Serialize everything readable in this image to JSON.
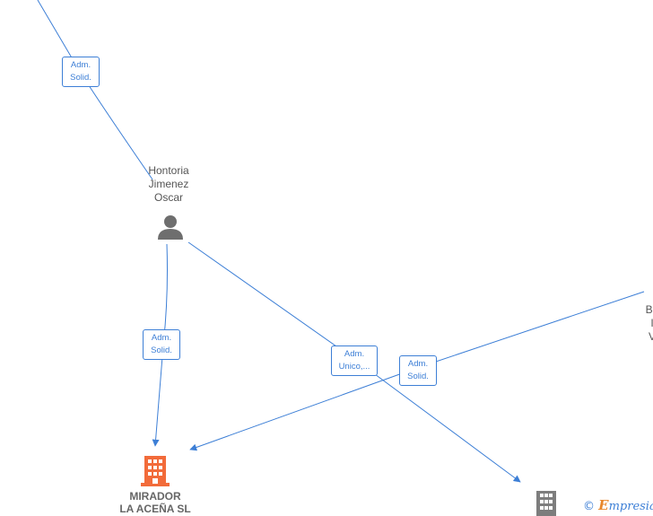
{
  "people": {
    "hontoria": {
      "lines": [
        "Hontoria",
        "Jimenez",
        "Oscar"
      ]
    },
    "right_partial": {
      "lines": [
        "Ba",
        "I",
        "V"
      ]
    }
  },
  "companies": {
    "mirador": {
      "lines": [
        "MIRADOR",
        "LA ACEÑA  SL"
      ],
      "color": "#f26b3a"
    },
    "other": {
      "color": "#7d7d7d"
    }
  },
  "edges": {
    "top": {
      "lines": [
        "Adm.",
        "Solid."
      ]
    },
    "hontoria_mirador": {
      "lines": [
        "Adm.",
        "Solid."
      ]
    },
    "hontoria_other": {
      "lines": [
        "Adm.",
        "Unico,..."
      ]
    },
    "right_mirador": {
      "lines": [
        "Adm.",
        "Solid."
      ]
    }
  },
  "colors": {
    "edge": "#3d7fd6",
    "person": "#6e6e6e"
  },
  "icons": {
    "person": "person-icon",
    "company": "building-icon"
  },
  "watermark": {
    "symbol": "©",
    "initial": "E",
    "rest": "mpresia"
  }
}
